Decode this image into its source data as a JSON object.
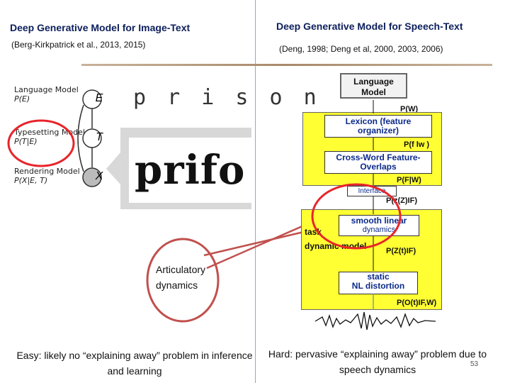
{
  "left": {
    "title": "Deep Generative Model for Image-Text",
    "citation": "(Berg-Kirkpatrick et al., 2013, 2015)",
    "models": [
      {
        "name": "Language Model",
        "formula": "P(E)",
        "node": "E"
      },
      {
        "name": "Typesetting Model",
        "formula": "P(T|E)",
        "node": "T"
      },
      {
        "name": "Rendering Model",
        "formula": "P(X|E, T)",
        "node": "X"
      }
    ],
    "image_word_top": "p r i s o n",
    "image_word_bottom": "prifo",
    "callout": "Articulatory dynamics",
    "caption": "Easy: likely no “explaining away” problem in inference and learning"
  },
  "right": {
    "title": "Deep Generative Model for Speech-Text",
    "citation": "(Deng, 1998; Deng et al, 2000, 2003, 2006)",
    "diagram": {
      "language_model": "Language Model",
      "p_w": "P(W)",
      "lexicon": "Lexicon (feature organizer)",
      "p_flw": "P(f lw )",
      "crossword": "Cross-Word Feature-Overlaps",
      "p_fw": "P(F|W)",
      "interface": "Interface",
      "p_zf": "P(z(Z)IF)",
      "task": "task",
      "dynamic_model": "dynamic model",
      "smooth_linear": "smooth linear",
      "dynamics": "dynamics",
      "p_zt": "P(Z(t)IF)",
      "static": "static",
      "nl_distortion": "NL distortion",
      "p_ot": "P(O(t)IF,W)"
    },
    "caption": "Hard: pervasive “explaining away” problem due to speech dynamics"
  },
  "page_number": "53",
  "colors": {
    "title": "#0d1f5c",
    "highlight": "#e8242a",
    "box_fill": "#ffff33",
    "callout_line": "#c0504d"
  }
}
